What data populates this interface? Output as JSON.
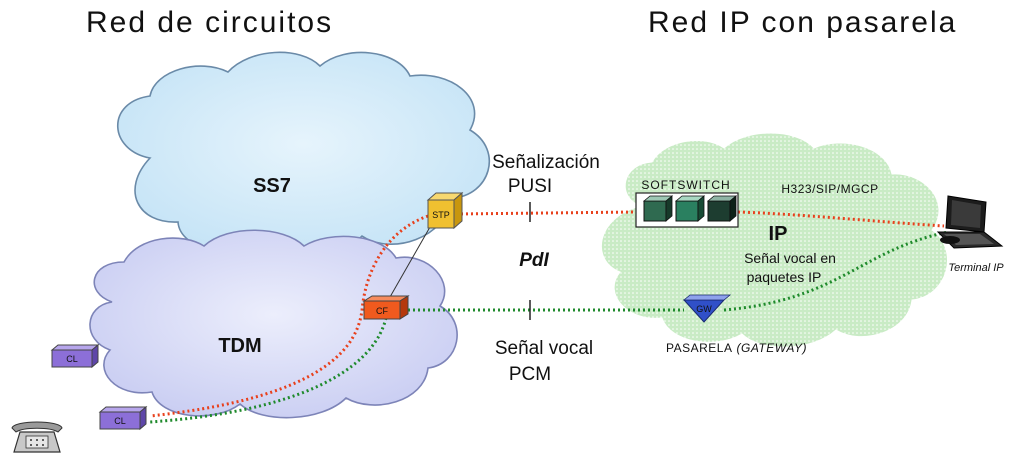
{
  "titles": {
    "left": "Red de circuitos",
    "right": "Red IP con pasarela"
  },
  "clouds": {
    "ss7": "SS7",
    "tdm": "TDM",
    "ip": "IP"
  },
  "nodes": {
    "stp": "STP",
    "cf": "CF",
    "cl_top": "CL",
    "cl_bottom": "CL",
    "gw": "GW",
    "softswitch": "SOFTSWITCH"
  },
  "labels": {
    "signaling_line1": "Señalización",
    "signaling_line2": "PUSI",
    "pdi": "PdI",
    "voice_pcm_line1": "Señal vocal",
    "voice_pcm_line2": "PCM",
    "protocols": "H323/SIP/MGCP",
    "voice_ip_line1": "Señal vocal en",
    "voice_ip_line2": "paquetes IP",
    "terminal_ip": "Terminal IP",
    "gateway_label": "PASARELA",
    "gateway_label_italic": "(GATEWAY)"
  },
  "colors": {
    "signaling_line": "#e8401c",
    "voice_line": "#1f8a2c",
    "ss7_cloud": "#d4ecf9",
    "tdm_cloud": "#d9dcf6",
    "ip_cloud": "#c6ecc4",
    "stp_box": "#f0c030",
    "cf_box": "#f05a1e",
    "cl_box": "#8c6fd8",
    "gw_shape": "#3050c8"
  }
}
